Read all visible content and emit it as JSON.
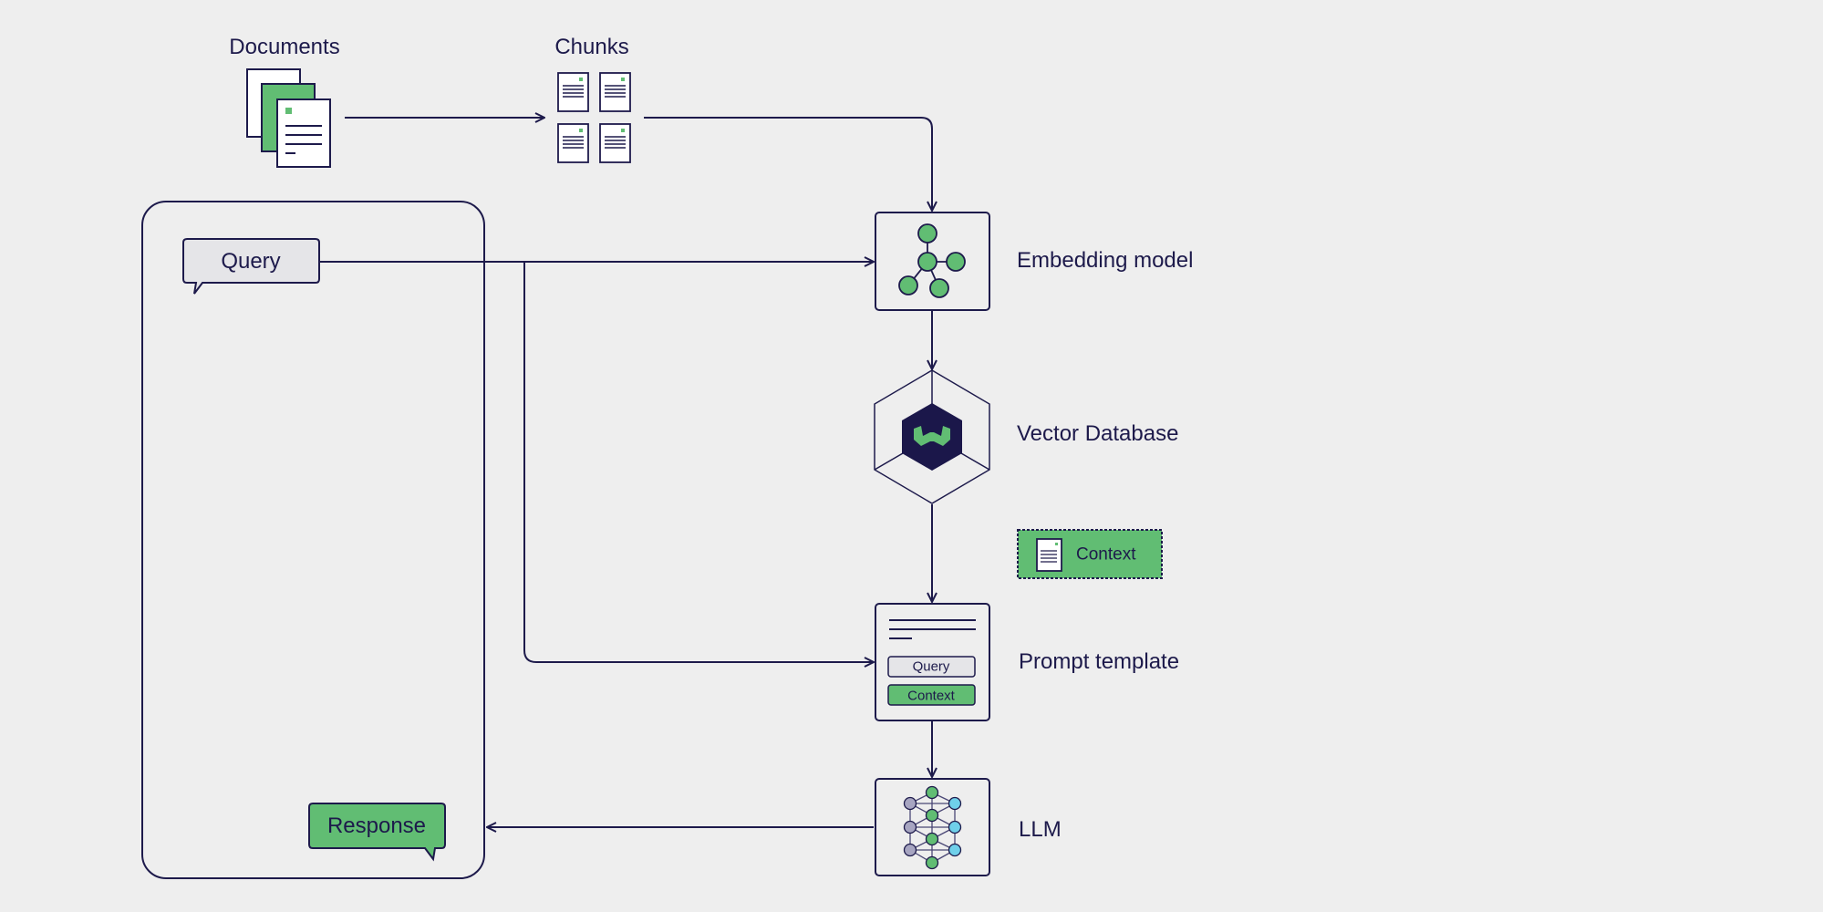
{
  "diagram": {
    "title": "RAG pipeline",
    "colors": {
      "background": "#eeeeee",
      "ink": "#1d1a4b",
      "green": "#61bd73",
      "bubble_gray": "#e5e5e8",
      "node_gray": "#a7a5c1",
      "node_blue": "#6fd0ea",
      "logo_bg": "#1b174a"
    },
    "nodes": {
      "documents": {
        "label": "Documents",
        "icon": "documents-stack-icon"
      },
      "chunks": {
        "label": "Chunks",
        "icon": "chunk-documents-icon"
      },
      "embedding_model": {
        "label": "Embedding model",
        "icon": "embedding-graph-icon"
      },
      "vector_database": {
        "label": "Vector Database",
        "icon": "weaviate-logo-icon"
      },
      "context": {
        "label": "Context",
        "icon": "document-icon"
      },
      "prompt_template": {
        "label": "Prompt template",
        "icon": "prompt-template-icon",
        "slots": {
          "query": "Query",
          "context": "Context"
        }
      },
      "llm": {
        "label": "LLM",
        "icon": "neural-network-icon"
      },
      "query": {
        "label": "Query"
      },
      "response": {
        "label": "Response"
      }
    },
    "edges": [
      {
        "from": "documents",
        "to": "chunks"
      },
      {
        "from": "chunks",
        "to": "embedding_model"
      },
      {
        "from": "query",
        "to": "embedding_model"
      },
      {
        "from": "embedding_model",
        "to": "vector_database"
      },
      {
        "from": "vector_database",
        "to": "prompt_template",
        "carries": "context"
      },
      {
        "from": "query",
        "to": "prompt_template"
      },
      {
        "from": "prompt_template",
        "to": "llm"
      },
      {
        "from": "llm",
        "to": "response"
      }
    ]
  }
}
